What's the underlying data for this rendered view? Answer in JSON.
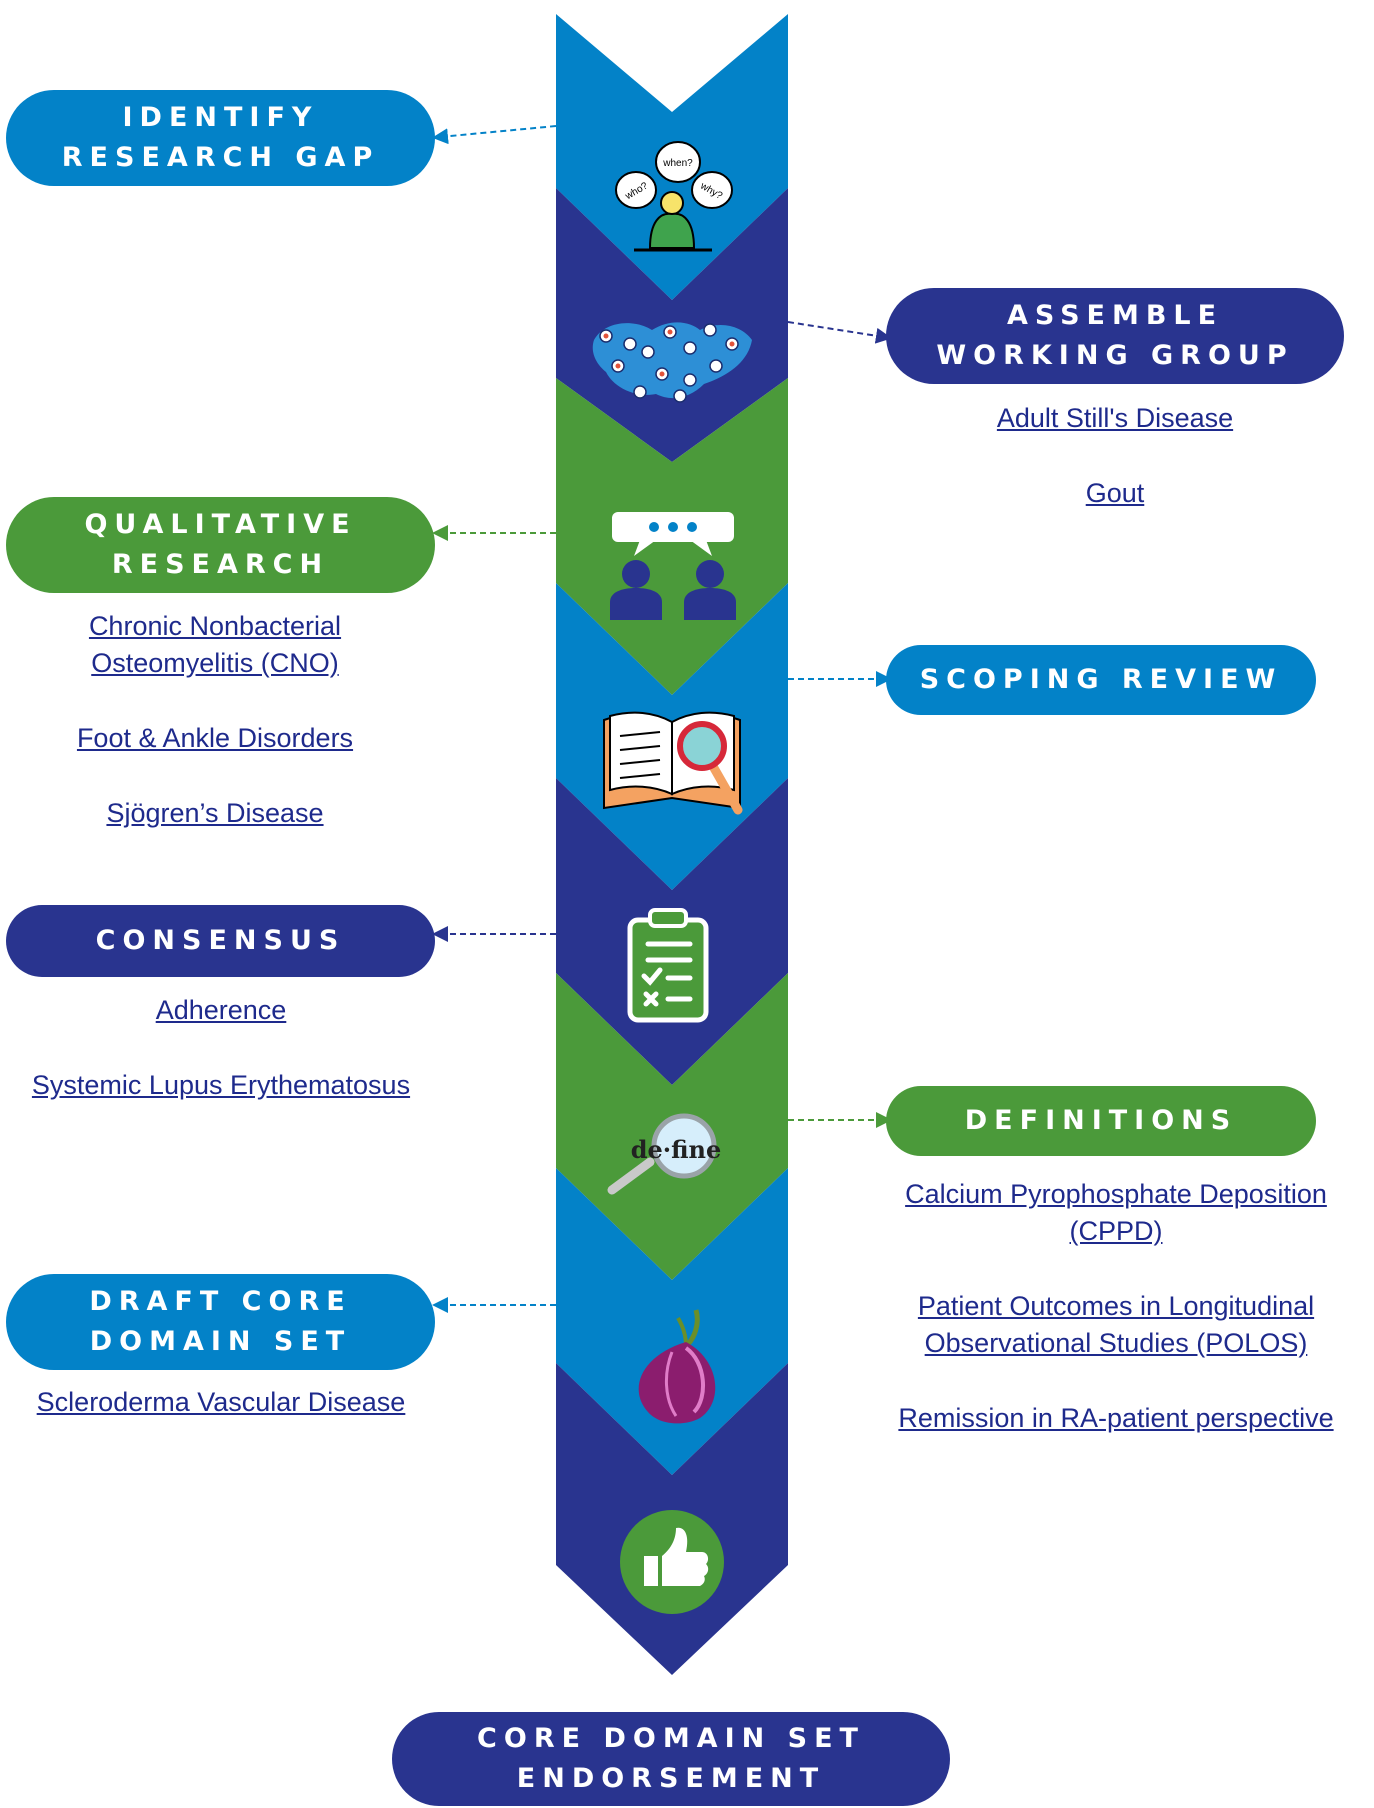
{
  "colors": {
    "light_blue": "#0382c8",
    "navy": "#29348f",
    "green": "#4b9a3a",
    "link": "#1e2a8c",
    "white": "#ffffff"
  },
  "stages": [
    {
      "id": "identify",
      "label": "IDENTIFY RESEARCH GAP",
      "color": "light_blue",
      "icon": "people-questions-icon",
      "links": []
    },
    {
      "id": "assemble",
      "label": "ASSEMBLE WORKING GROUP",
      "color": "navy",
      "icon": "world-network-icon",
      "links": [
        "Adult Still's Disease",
        "Gout"
      ]
    },
    {
      "id": "qualitative",
      "label": "QUALITATIVE RESEARCH",
      "color": "green",
      "icon": "discussion-icon",
      "links": [
        "Chronic Nonbacterial Osteomyelitis (CNO)",
        "Foot & Ankle Disorders",
        "Sjögren’s Disease"
      ]
    },
    {
      "id": "scoping",
      "label": "SCOPING REVIEW",
      "color": "light_blue",
      "icon": "book-search-icon",
      "links": []
    },
    {
      "id": "consensus",
      "label": "CONSENSUS",
      "color": "navy",
      "icon": "clipboard-checklist-icon",
      "links": [
        "Adherence",
        "Systemic Lupus Erythematosus"
      ]
    },
    {
      "id": "definitions",
      "label": "DEFINITIONS",
      "color": "green",
      "icon": "define-magnifier-icon",
      "icon_text": "de·fine",
      "links": [
        "Calcium Pyrophosphate Deposition (CPPD)",
        "Patient Outcomes in Longitudinal Observational Studies (POLOS)",
        "Remission in RA-patient perspective"
      ]
    },
    {
      "id": "draft",
      "label": "DRAFT CORE DOMAIN SET",
      "color": "light_blue",
      "icon": "onion-icon",
      "links": [
        "Scleroderma Vascular Disease"
      ]
    },
    {
      "id": "endorsement",
      "label": "CORE DOMAIN SET ENDORSEMENT",
      "color": "navy",
      "icon": "thumbs-up-icon",
      "links": []
    }
  ],
  "icon_texts": {
    "when": "when?",
    "who": "who?",
    "why": "why?"
  }
}
